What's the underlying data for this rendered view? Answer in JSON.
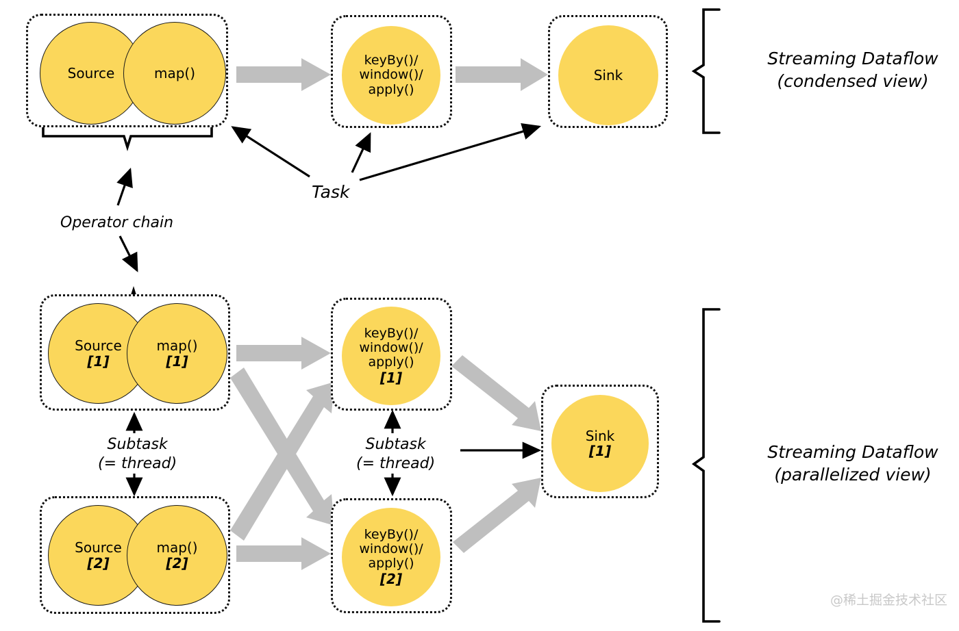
{
  "diagram": {
    "title": "Apache Flink streaming dataflow - tasks, operator chains and subtasks",
    "colors": {
      "node_fill": "#FBD75B",
      "node_stroke": "#1a1a1a",
      "flow_arrow": "#BFBFBF",
      "annotation": "#000000",
      "container_border": "#111111",
      "watermark": "#C8C8C8",
      "background": "#FFFFFF"
    },
    "condensed": {
      "group_label": "Streaming Dataflow\n(condensed view)",
      "nodes": [
        {
          "id": "source",
          "label": "Source",
          "index": ""
        },
        {
          "id": "map",
          "label": "map()",
          "index": ""
        },
        {
          "id": "keyby",
          "label": "keyBy()/\nwindow()/\napply()",
          "index": ""
        },
        {
          "id": "sink",
          "label": "Sink",
          "index": ""
        }
      ],
      "keyby_lines": [
        "keyBy()/",
        "window()/",
        "apply()"
      ]
    },
    "parallel": {
      "group_label": "Streaming Dataflow\n(parallelized view)",
      "nodes": [
        {
          "id": "source1",
          "label": "Source",
          "index": "[1]"
        },
        {
          "id": "map1",
          "label": "map()",
          "index": "[1]"
        },
        {
          "id": "source2",
          "label": "Source",
          "index": "[2]"
        },
        {
          "id": "map2",
          "label": "map()",
          "index": "[2]"
        },
        {
          "id": "keyby1",
          "label": "keyBy()/window()/apply()",
          "index": "[1]"
        },
        {
          "id": "keyby2",
          "label": "keyBy()/window()/apply()",
          "index": "[2]"
        },
        {
          "id": "sink1",
          "label": "Sink",
          "index": "[1]"
        }
      ],
      "keyby_lines": [
        "keyBy()/",
        "window()/",
        "apply()"
      ]
    },
    "annotations": {
      "task": "Task",
      "operator_chain": "Operator chain",
      "subtask_left": "Subtask\n(= thread)",
      "subtask_right": "Subtask\n(= thread)"
    },
    "watermark": "@稀土掘金技术社区"
  }
}
